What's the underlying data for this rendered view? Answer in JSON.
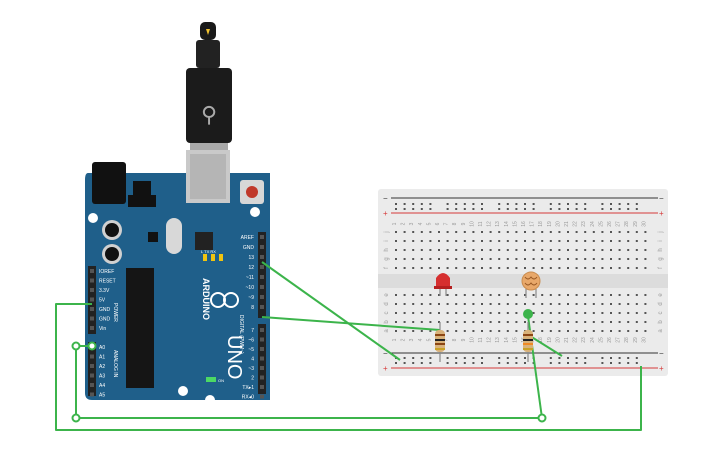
{
  "board": {
    "brand": "ARDUINO",
    "model": "UNO",
    "top_header_labels": [
      "AREF",
      "GND",
      "13",
      "12",
      "~11",
      "~10",
      "~9",
      "8"
    ],
    "bottom_header_labels": [
      "7",
      "~6",
      "~5",
      "4",
      "~3",
      "2",
      "TX▸1",
      "RX◂0"
    ],
    "digital_label": "DIGITAL (PWM~)",
    "power_pins": [
      "IOREF",
      "RESET",
      "3.3V",
      "5V",
      "GND",
      "GND",
      "Vin"
    ],
    "power_label": "POWER",
    "analog_pins": [
      "A0",
      "A1",
      "A2",
      "A3",
      "A4",
      "A5"
    ],
    "analog_label": "ANALOG IN",
    "led_labels": [
      "L",
      "TX",
      "RX"
    ],
    "on_label": "ON",
    "colors": {
      "board": "#1f5f8a",
      "header": "#222222",
      "usb": "#c9c9c9"
    }
  },
  "breadboard": {
    "column_numbers": [
      "1",
      "2",
      "3",
      "4",
      "5",
      "6",
      "7",
      "8",
      "9",
      "10",
      "11",
      "12",
      "13",
      "14",
      "15",
      "16",
      "17",
      "18",
      "19",
      "20",
      "21",
      "22",
      "23",
      "24",
      "25",
      "26",
      "27",
      "28",
      "29",
      "30"
    ],
    "top_rows": [
      "j",
      "i",
      "h",
      "g",
      "f"
    ],
    "bottom_rows": [
      "e",
      "d",
      "c",
      "b",
      "a"
    ],
    "rail_plus": "+",
    "rail_minus": "−",
    "colors": {
      "body": "#ebebeb",
      "rail_red": "#d63a3a",
      "rail_dark": "#333333"
    }
  },
  "components": [
    {
      "name": "red-led",
      "color": "#d62f2f"
    },
    {
      "name": "photoresistor",
      "color": "#e8a86a"
    },
    {
      "name": "resistor",
      "color": "#d9b27a"
    },
    {
      "name": "resistor",
      "color": "#d9b27a"
    }
  ],
  "wires": {
    "color": "#3cb44b"
  }
}
